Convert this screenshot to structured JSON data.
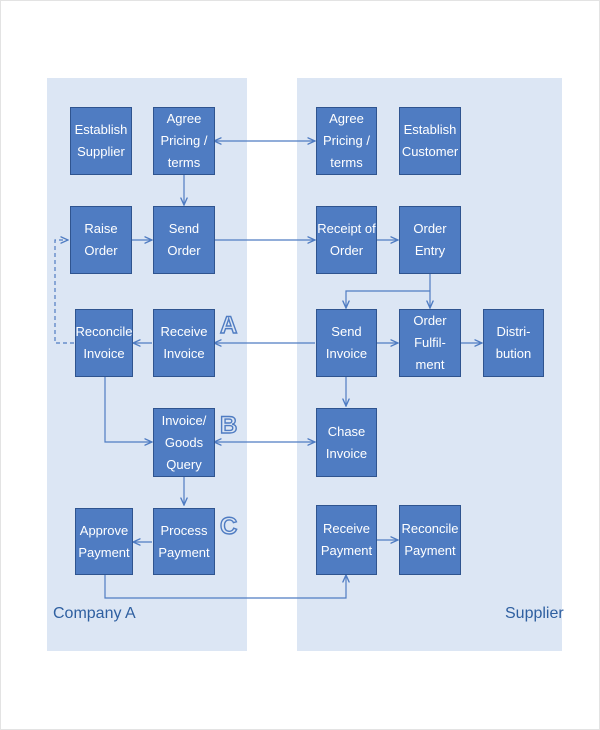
{
  "lanes": {
    "company": "Company A",
    "supplier": "Supplier"
  },
  "boxes": {
    "establish_supplier": "Establish\nSupplier",
    "agree_pricing_company": "Agree\nPricing /\nterms",
    "agree_pricing_supplier": "Agree\nPricing /\nterms",
    "establish_customer": "Establish\nCustomer",
    "raise_order": "Raise\nOrder",
    "send_order": "Send\nOrder",
    "receipt_of_order": "Receipt of\nOrder",
    "order_entry": "Order\nEntry",
    "reconcile_invoice": "Reconcile\nInvoice",
    "receive_invoice": "Receive\nInvoice",
    "send_invoice": "Send\nInvoice",
    "order_fulfilment": "Order\nFulfil-\nment",
    "distribution": "Distri-\nbution",
    "invoice_goods_query": "Invoice/\nGoods\nQuery",
    "chase_invoice": "Chase\nInvoice",
    "approve_payment": "Approve\nPayment",
    "process_payment": "Process\nPayment",
    "receive_payment": "Receive\nPayment",
    "reconcile_payment": "Reconcile\nPayment"
  },
  "markers": {
    "a": "A",
    "b": "B",
    "c": "C"
  },
  "colors": {
    "box_fill": "#4f7cc2",
    "box_border": "#2f548f",
    "lane_fill": "#dce6f4",
    "arrow": "#4f7cc2",
    "label": "#2e5fa0"
  }
}
